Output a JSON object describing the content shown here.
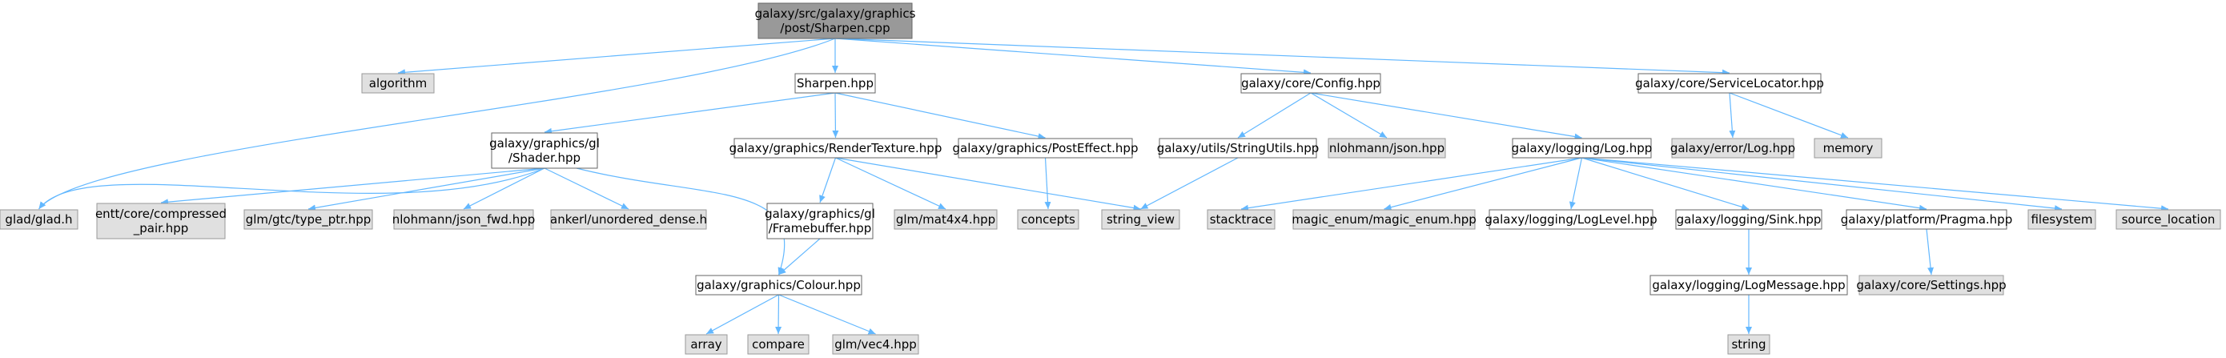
{
  "colors": {
    "root_fill": "#999999",
    "root_stroke": "#666666",
    "local_fill": "#ffffff",
    "local_stroke": "#666666",
    "system_fill": "#e0e0e0",
    "system_stroke": "#999999",
    "edge": "#63b8ff"
  },
  "nodes": {
    "root": {
      "lines": [
        "galaxy/src/galaxy/graphics",
        "/post/Sharpen.cpp"
      ],
      "kind": "root"
    },
    "algorithm": {
      "lines": [
        "algorithm"
      ],
      "kind": "system"
    },
    "sharpen_hpp": {
      "lines": [
        "Sharpen.hpp"
      ],
      "kind": "local"
    },
    "config_hpp": {
      "lines": [
        "galaxy/core/Config.hpp"
      ],
      "kind": "local"
    },
    "service_locator": {
      "lines": [
        "galaxy/core/ServiceLocator.hpp"
      ],
      "kind": "local"
    },
    "shader_hpp": {
      "lines": [
        "galaxy/graphics/gl",
        "/Shader.hpp"
      ],
      "kind": "local"
    },
    "render_texture": {
      "lines": [
        "galaxy/graphics/RenderTexture.hpp"
      ],
      "kind": "local"
    },
    "post_effect": {
      "lines": [
        "galaxy/graphics/PostEffect.hpp"
      ],
      "kind": "local"
    },
    "string_utils": {
      "lines": [
        "galaxy/utils/StringUtils.hpp"
      ],
      "kind": "local"
    },
    "nlohmann_json": {
      "lines": [
        "nlohmann/json.hpp"
      ],
      "kind": "system"
    },
    "log_hpp": {
      "lines": [
        "galaxy/logging/Log.hpp"
      ],
      "kind": "local"
    },
    "error_log": {
      "lines": [
        "galaxy/error/Log.hpp"
      ],
      "kind": "system"
    },
    "memory": {
      "lines": [
        "memory"
      ],
      "kind": "system"
    },
    "glad": {
      "lines": [
        "glad/glad.h"
      ],
      "kind": "system"
    },
    "entt_pair": {
      "lines": [
        "entt/core/compressed",
        "_pair.hpp"
      ],
      "kind": "system"
    },
    "glm_type_ptr": {
      "lines": [
        "glm/gtc/type_ptr.hpp"
      ],
      "kind": "system"
    },
    "json_fwd": {
      "lines": [
        "nlohmann/json_fwd.hpp"
      ],
      "kind": "system"
    },
    "unordered_dense": {
      "lines": [
        "ankerl/unordered_dense.h"
      ],
      "kind": "system"
    },
    "framebuffer": {
      "lines": [
        "galaxy/graphics/gl",
        "/Framebuffer.hpp"
      ],
      "kind": "local"
    },
    "mat4x4": {
      "lines": [
        "glm/mat4x4.hpp"
      ],
      "kind": "system"
    },
    "concepts": {
      "lines": [
        "concepts"
      ],
      "kind": "system"
    },
    "string_view": {
      "lines": [
        "string_view"
      ],
      "kind": "system"
    },
    "stacktrace": {
      "lines": [
        "stacktrace"
      ],
      "kind": "system"
    },
    "magic_enum": {
      "lines": [
        "magic_enum/magic_enum.hpp"
      ],
      "kind": "system"
    },
    "log_level": {
      "lines": [
        "galaxy/logging/LogLevel.hpp"
      ],
      "kind": "local"
    },
    "sink": {
      "lines": [
        "galaxy/logging/Sink.hpp"
      ],
      "kind": "local"
    },
    "pragma": {
      "lines": [
        "galaxy/platform/Pragma.hpp"
      ],
      "kind": "local"
    },
    "filesystem": {
      "lines": [
        "filesystem"
      ],
      "kind": "system"
    },
    "source_location": {
      "lines": [
        "source_location"
      ],
      "kind": "system"
    },
    "colour": {
      "lines": [
        "galaxy/graphics/Colour.hpp"
      ],
      "kind": "local"
    },
    "log_message": {
      "lines": [
        "galaxy/logging/LogMessage.hpp"
      ],
      "kind": "local"
    },
    "settings": {
      "lines": [
        "galaxy/core/Settings.hpp"
      ],
      "kind": "system"
    },
    "array": {
      "lines": [
        "array"
      ],
      "kind": "system"
    },
    "compare": {
      "lines": [
        "compare"
      ],
      "kind": "system"
    },
    "vec4": {
      "lines": [
        "glm/vec4.hpp"
      ],
      "kind": "system"
    },
    "string": {
      "lines": [
        "string"
      ],
      "kind": "system"
    }
  },
  "edges": [
    [
      "root",
      "algorithm"
    ],
    [
      "root",
      "sharpen_hpp"
    ],
    [
      "root",
      "config_hpp"
    ],
    [
      "root",
      "service_locator"
    ],
    [
      "root",
      "glad"
    ],
    [
      "sharpen_hpp",
      "shader_hpp"
    ],
    [
      "sharpen_hpp",
      "render_texture"
    ],
    [
      "sharpen_hpp",
      "post_effect"
    ],
    [
      "shader_hpp",
      "glad"
    ],
    [
      "shader_hpp",
      "entt_pair"
    ],
    [
      "shader_hpp",
      "glm_type_ptr"
    ],
    [
      "shader_hpp",
      "json_fwd"
    ],
    [
      "shader_hpp",
      "unordered_dense"
    ],
    [
      "shader_hpp",
      "colour"
    ],
    [
      "render_texture",
      "framebuffer"
    ],
    [
      "render_texture",
      "mat4x4"
    ],
    [
      "render_texture",
      "string_view"
    ],
    [
      "post_effect",
      "concepts"
    ],
    [
      "framebuffer",
      "colour"
    ],
    [
      "colour",
      "array"
    ],
    [
      "colour",
      "compare"
    ],
    [
      "colour",
      "vec4"
    ],
    [
      "config_hpp",
      "string_utils"
    ],
    [
      "config_hpp",
      "nlohmann_json"
    ],
    [
      "config_hpp",
      "log_hpp"
    ],
    [
      "string_utils",
      "string_view"
    ],
    [
      "service_locator",
      "error_log"
    ],
    [
      "service_locator",
      "memory"
    ],
    [
      "log_hpp",
      "stacktrace"
    ],
    [
      "log_hpp",
      "magic_enum"
    ],
    [
      "log_hpp",
      "log_level"
    ],
    [
      "log_hpp",
      "sink"
    ],
    [
      "log_hpp",
      "pragma"
    ],
    [
      "log_hpp",
      "filesystem"
    ],
    [
      "log_hpp",
      "source_location"
    ],
    [
      "sink",
      "log_message"
    ],
    [
      "log_message",
      "string"
    ],
    [
      "pragma",
      "settings"
    ]
  ]
}
